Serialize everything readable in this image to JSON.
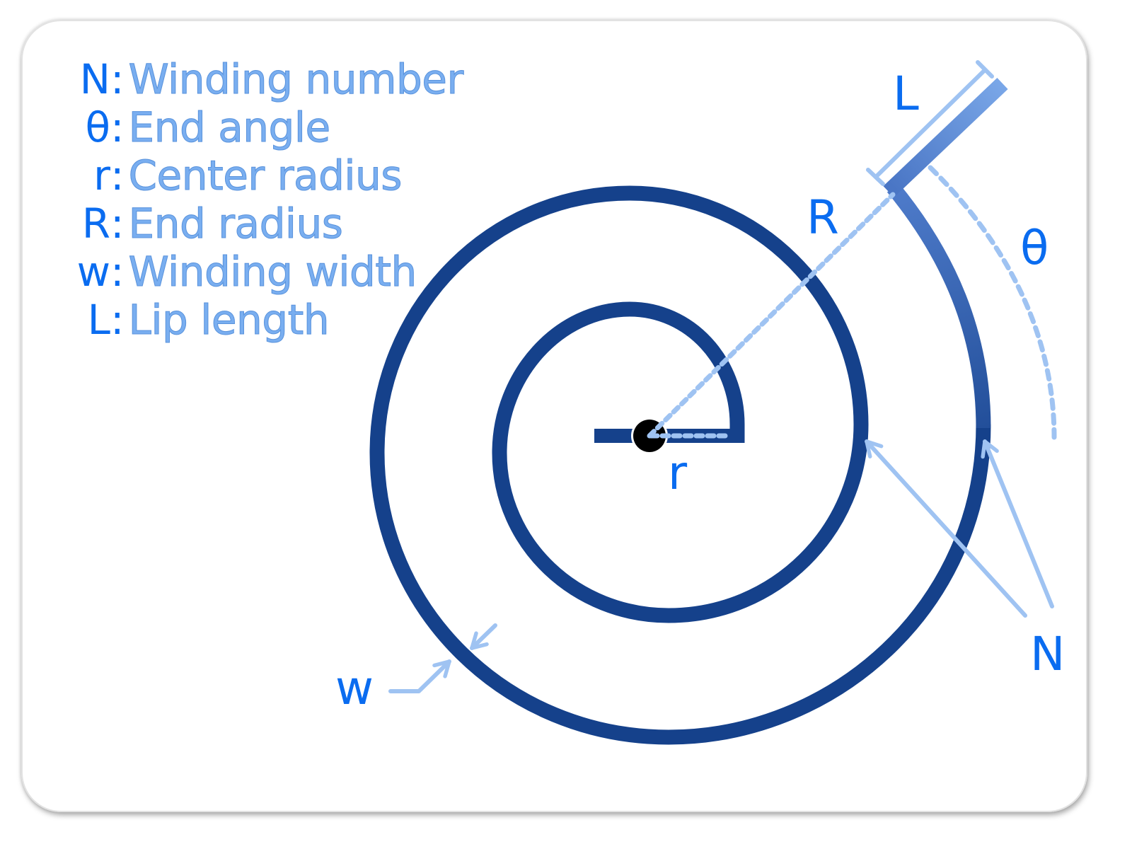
{
  "legend": {
    "items": [
      {
        "symbol": "N",
        "description": "Winding number"
      },
      {
        "symbol": "θ",
        "description": "End angle"
      },
      {
        "symbol": "r",
        "description": "Center radius"
      },
      {
        "symbol": "R",
        "description": "End radius"
      },
      {
        "symbol": "w",
        "description": "Winding width"
      },
      {
        "symbol": "L",
        "description": "Lip length"
      }
    ]
  },
  "diagram": {
    "labels": {
      "lip_length": "L",
      "end_radius": "R",
      "end_angle": "θ",
      "center_radius": "r",
      "winding_width": "w",
      "winding_number": "N"
    }
  },
  "colors": {
    "spiral": "#15418b",
    "spiral_light": "#5a8bd4",
    "annotation": "#9fc3f2",
    "symbol_text": "#0a6cf0",
    "description_text": "#79aef0",
    "center_dot": "#000000"
  }
}
